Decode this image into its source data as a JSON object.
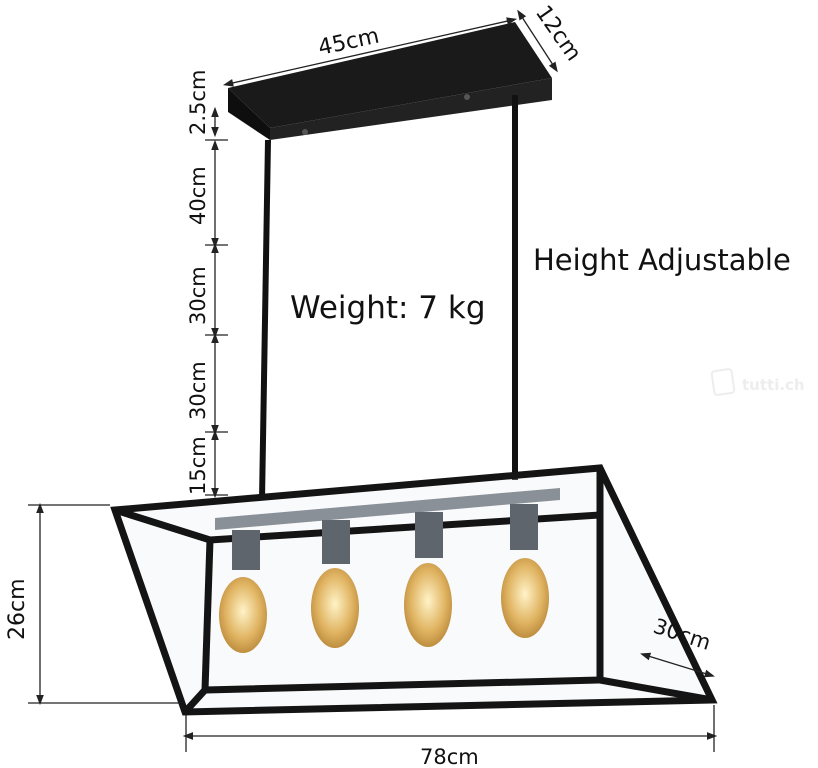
{
  "dimensions": {
    "canopy_length": "45cm",
    "canopy_width": "12cm",
    "canopy_height": "2.5cm",
    "rod_segment_1": "40cm",
    "rod_segment_2": "30cm",
    "rod_segment_3": "30cm",
    "rod_segment_4": "15cm",
    "lantern_height": "26cm",
    "lantern_depth": "30cm",
    "lantern_length": "78cm"
  },
  "annotations": {
    "height_note": "Height Adjustable",
    "weight_note": "Weight: 7 kg"
  },
  "watermark": "tutti.ch",
  "colors": {
    "frame": "#141414",
    "fixture_gray": "#6b7078",
    "bulb": "#d9a956"
  }
}
